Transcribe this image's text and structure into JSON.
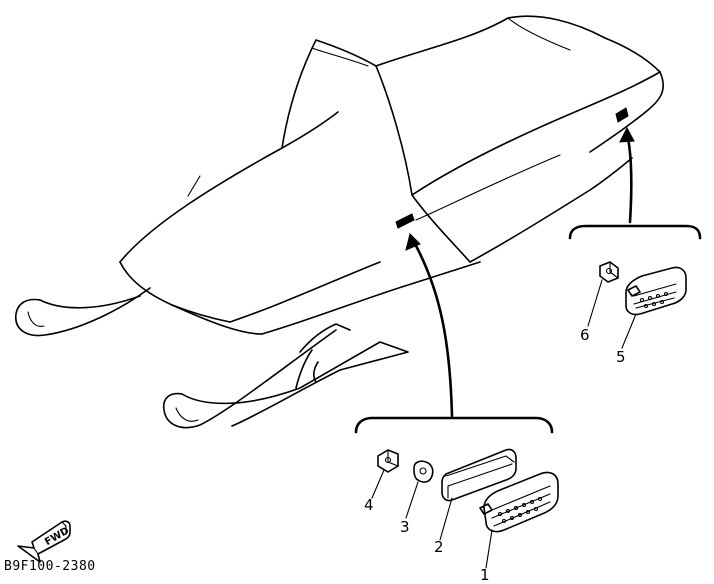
{
  "callouts": {
    "c1": "1",
    "c2": "2",
    "c3": "3",
    "c4": "4",
    "c5": "5",
    "c6": "6"
  },
  "fwd_label": "FWD",
  "drawing_code": "B9F100-2380"
}
